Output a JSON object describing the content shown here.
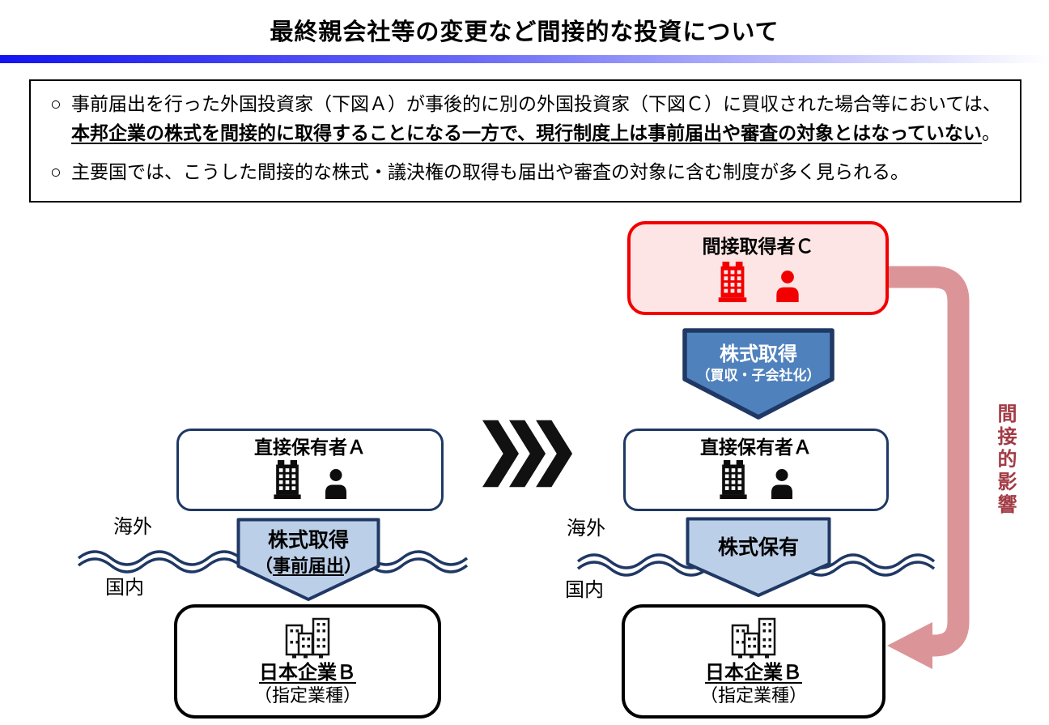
{
  "header": {
    "title": "最終親会社等の変更など間接的な投資について"
  },
  "summary": {
    "marker": "○",
    "b1_normal": "事前届出を行った外国投資家（下図Ａ）が事後的に別の外国投資家（下図Ｃ）に買収された場合等においては、",
    "b1_strong": "本邦企業の株式を間接的に取得することになる一方で、現行制度上は事前届出や審査の対象とはなっていない",
    "b1_period": "。",
    "b2": "主要国では、こうした間接的な株式・議決権の取得も届出や審査の対象に含む制度が多く見られる。"
  },
  "before": {
    "holder_label": "直接保有者Ａ",
    "arrow_main": "株式取得",
    "arrow_sub_open": "（",
    "arrow_sub_underline": "事前届出",
    "arrow_sub_close": "）",
    "overseas_label": "海外",
    "domestic_label": "国内",
    "company_name": "日本企業Ｂ",
    "company_type": "（指定業種）"
  },
  "after": {
    "box_c_label": "間接取得者Ｃ",
    "acq_arrow_main": "株式取得",
    "acq_arrow_sub": "（買収・子会社化）",
    "holder_label": "直接保有者Ａ",
    "hold_arrow_label": "株式保有",
    "overseas_label": "海外",
    "domestic_label": "国内",
    "company_name": "日本企業Ｂ",
    "company_type": "（指定業種）",
    "effect_label": "間接的影響"
  },
  "colors": {
    "accent_bar": "#1414f0",
    "navy": "#1F3864",
    "arrow_dark_fill": "#4F81BD",
    "arrow_light_fill": "#BCCFE8",
    "red_border": "#F20000",
    "red_fill": "#FDE5E5",
    "pink_arrow": "#DB9598",
    "effect_text": "#A23B45"
  }
}
